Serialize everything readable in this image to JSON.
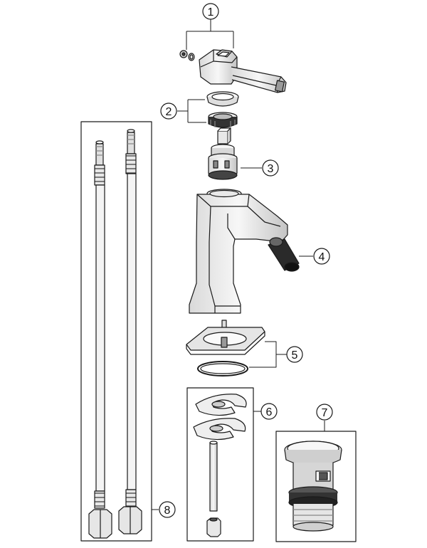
{
  "callouts": [
    {
      "id": "1",
      "label": "1"
    },
    {
      "id": "2",
      "label": "2"
    },
    {
      "id": "3",
      "label": "3"
    },
    {
      "id": "4",
      "label": "4"
    },
    {
      "id": "5",
      "label": "5"
    },
    {
      "id": "6",
      "label": "6"
    },
    {
      "id": "7",
      "label": "7"
    },
    {
      "id": "8",
      "label": "8"
    }
  ],
  "colors": {
    "line": "#1a1a1a",
    "part_fill": "#f2f2f2",
    "part_shade": "#bdbdbd",
    "dark": "#2a2a2a",
    "background": "#ffffff"
  }
}
